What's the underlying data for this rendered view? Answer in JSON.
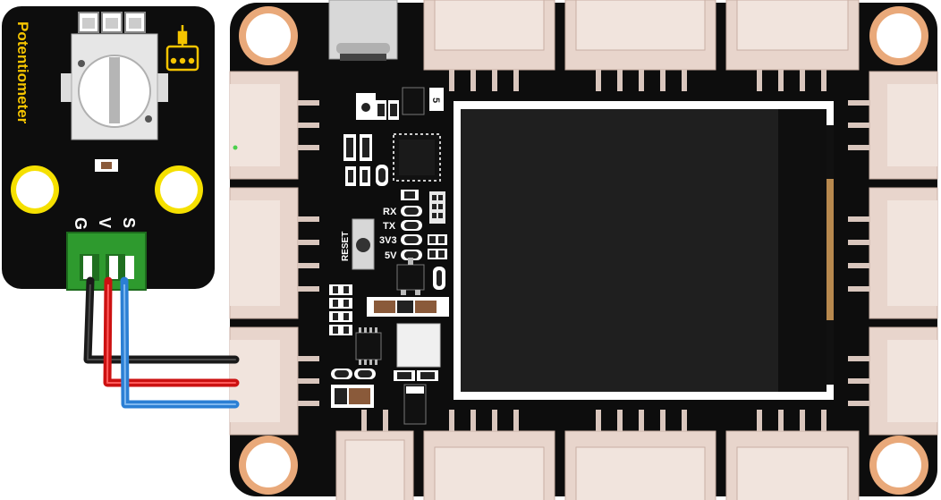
{
  "module": {
    "title": "Potentiometer",
    "pins": [
      "G",
      "V",
      "S"
    ]
  },
  "board": {
    "reset_label": "RESET",
    "led_labels": [
      "RX",
      "TX",
      "3V3",
      "5V"
    ],
    "regulator_marking": "5"
  },
  "colors": {
    "pcb": "#0d0d0d",
    "module_title": "#f5c400",
    "mount_hole_module": "#f5e000",
    "mount_hole_board": "#e9a97a",
    "connector": "#e8d5cc",
    "terminal": "#2e9a2e",
    "wire_gnd": "#1a1a1a",
    "wire_vcc": "#cc1111",
    "wire_sig": "#2b7fd4",
    "screen": "#1a1a1a"
  }
}
